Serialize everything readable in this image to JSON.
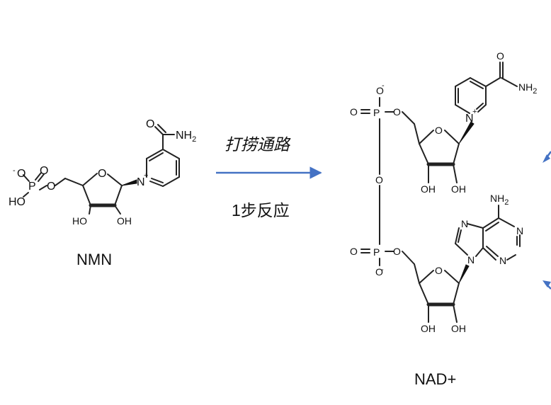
{
  "diagram": {
    "reactant": {
      "name": "NMN",
      "atoms": {
        "o_minus": "O",
        "charge_minus": "-",
        "p": "P",
        "o_double": "O",
        "ho": "HO",
        "o_link": "O",
        "ring_o": "O",
        "n_plus": "N",
        "charge_plus": "+",
        "amide_o": "O",
        "amide_nh": "NH",
        "amide_nh_sub": "2",
        "oh_left": "HO",
        "oh_right": "OH"
      }
    },
    "reaction": {
      "label_top": "打捞通路",
      "label_bottom": "1步反应",
      "arrow_color": "#4472c4"
    },
    "product": {
      "name": "NAD+",
      "atoms": {
        "o_minus_top": "O",
        "charge_minus_top": "-",
        "o_double_top": "O",
        "p_top": "P",
        "o_link_top": "O",
        "bridge_o": "O",
        "o_double_bottom": "O",
        "p_bottom": "P",
        "o_link_bottom": "O",
        "o_minus_bottom": "O",
        "charge_minus_bottom": "-",
        "ring_o_top": "O",
        "ring_o_bottom": "O",
        "n_plus": "N",
        "charge_plus": "+",
        "amide_o": "O",
        "amide_nh": "NH",
        "amide_nh_sub": "2",
        "oh_top_left": "OH",
        "oh_top_right": "OH",
        "oh_bottom_left": "OH",
        "oh_bottom_right": "OH",
        "adenine_nh": "NH",
        "adenine_nh_sub": "2",
        "adenine_n1": "N",
        "adenine_n3": "N",
        "adenine_n7": "N",
        "adenine_n9": "N"
      }
    }
  }
}
